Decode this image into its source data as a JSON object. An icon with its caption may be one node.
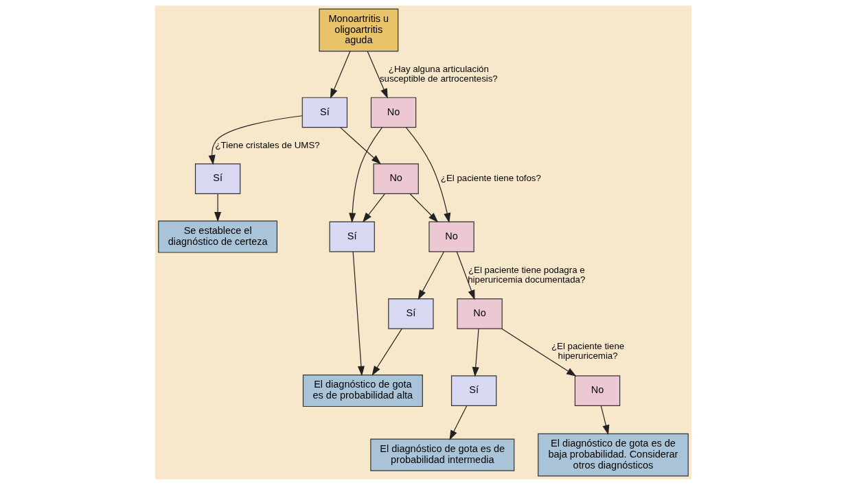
{
  "diagram": {
    "nodes": [
      {
        "text": [
          "Monoartritis u oligoartritis aguda"
        ]
      },
      {
        "text": [
          "Sí"
        ]
      },
      {
        "text": [
          "No"
        ]
      },
      {
        "text": [
          "Sí"
        ]
      },
      {
        "text": [
          "No"
        ]
      },
      {
        "text": [
          "Se establece el diagnóstico de certeza"
        ]
      },
      {
        "text": [
          "Sí"
        ]
      },
      {
        "text": [
          "No"
        ]
      },
      {
        "text": [
          "Sí"
        ]
      },
      {
        "text": [
          "No"
        ]
      },
      {
        "text": [
          "El diagnóstico de gota es de probabilidad alta"
        ]
      },
      {
        "text": [
          "Sí"
        ]
      },
      {
        "text": [
          "No"
        ]
      },
      {
        "text": [
          "El diagnóstico de gota es de probabilidad intermedia"
        ]
      },
      {
        "text": [
          "El diagnóstico de gota es de baja probabilidad. Considerar otros diagnósticos"
        ]
      }
    ],
    "edges": [
      {
        "from": 0,
        "to": 1,
        "arrow": "to"
      },
      {
        "from": 0,
        "to": 2,
        "arrow": "to",
        "label": "¿Hay alguna articulación susceptible de artrocentesis?"
      },
      {
        "from": 1,
        "to": 3,
        "arrow": "to",
        "label": "¿Tiene cristales de UMS?"
      },
      {
        "from": 1,
        "to": 4,
        "arrow": "to"
      },
      {
        "from": 3,
        "to": 5,
        "arrow": "to"
      },
      {
        "from": 2,
        "to": 6,
        "arrow": "to"
      },
      {
        "from": 2,
        "to": 7,
        "arrow": "to",
        "label": "¿El paciente tiene tofos?"
      },
      {
        "from": 4,
        "to": 6,
        "arrow": "to"
      },
      {
        "from": 4,
        "to": 7,
        "arrow": "to"
      },
      {
        "from": 7,
        "to": 8,
        "arrow": "to"
      },
      {
        "from": 7,
        "to": 9,
        "arrow": "to",
        "label": "¿El paciente tiene podagra e hiperuricemia documentada?"
      },
      {
        "from": 6,
        "to": 10,
        "arrow": "to"
      },
      {
        "from": 8,
        "to": 10,
        "arrow": "to"
      },
      {
        "from": 9,
        "to": 11,
        "arrow": "to"
      },
      {
        "from": 9,
        "to": 12,
        "arrow": "to",
        "label": "¿El paciente tiene hiperuricemia?"
      },
      {
        "from": 11,
        "to": 13,
        "arrow": "to"
      },
      {
        "from": 12,
        "to": 14,
        "arrow": "to"
      }
    ]
  }
}
